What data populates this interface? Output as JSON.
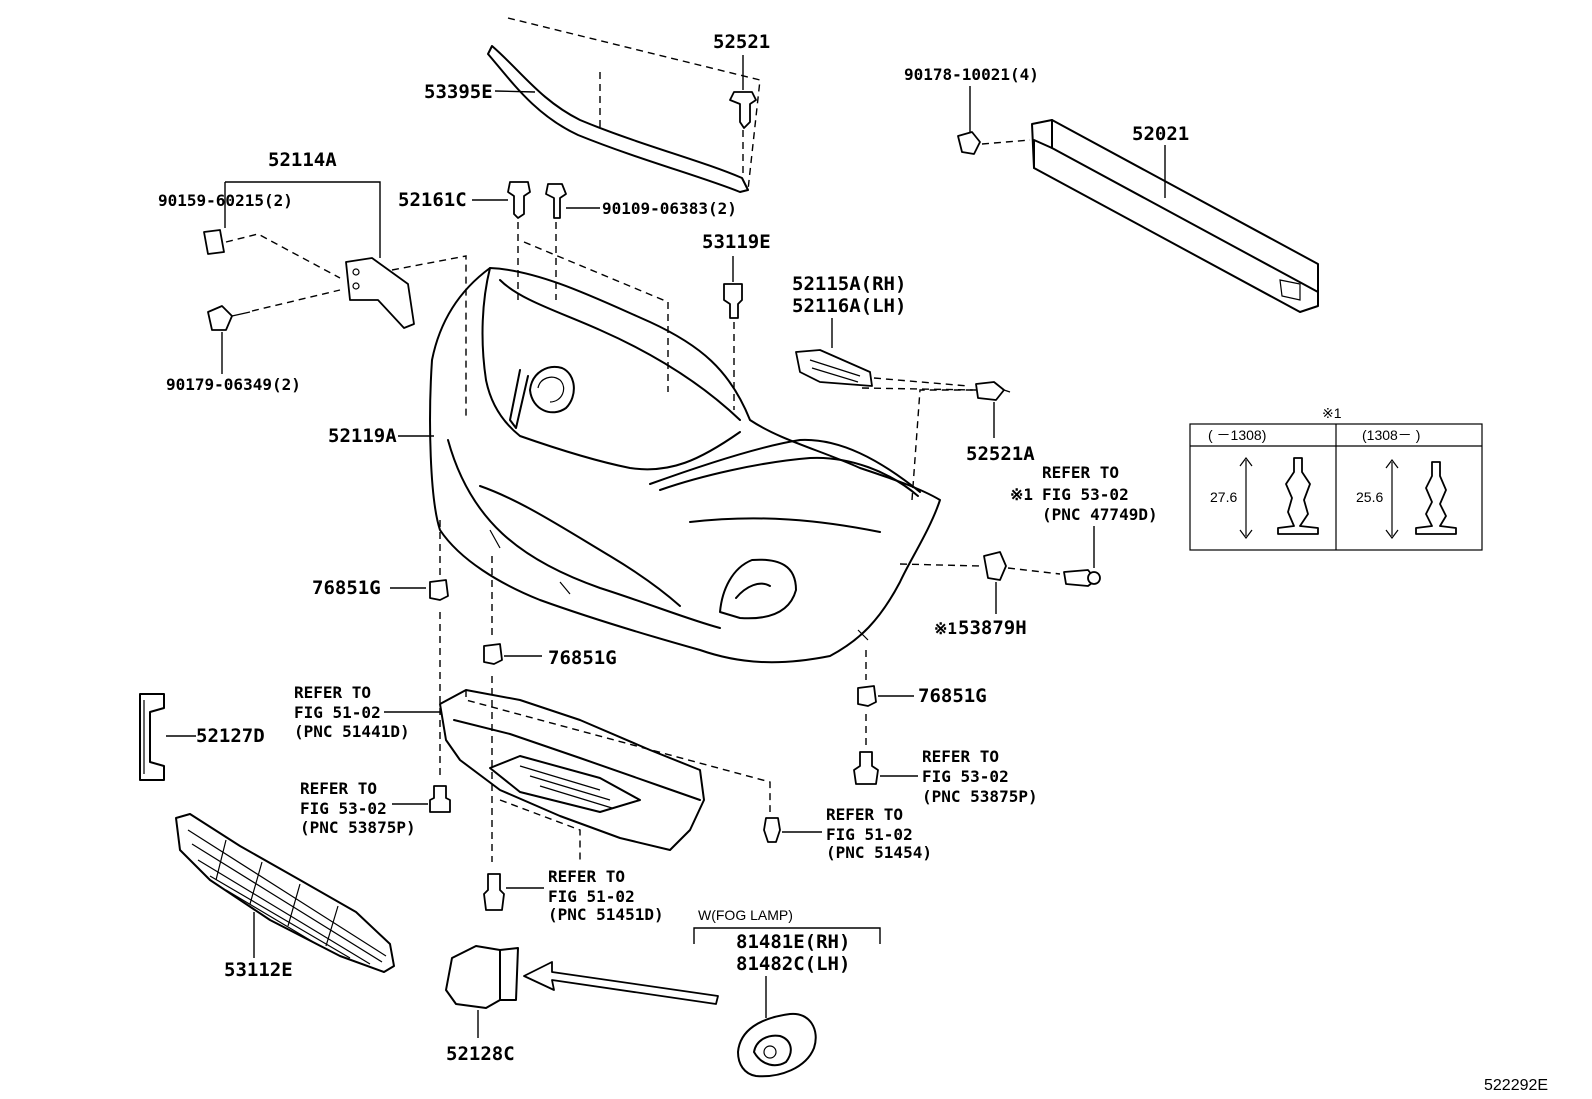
{
  "diagram": {
    "labels": {
      "p52521": "52521",
      "p53395E": "53395E",
      "p90178": "90178-10021(4)",
      "p52021": "52021",
      "p52114A": "52114A",
      "p90159": "90159-60215(2)",
      "p52161C": "52161C",
      "p90109": "90109-06383(2)",
      "p53119E": "53119E",
      "p52115A": "52115A(RH)",
      "p52116A": "52116A(LH)",
      "p90179": "90179-06349(2)",
      "p52521A": "52521A",
      "p52119A": "52119A",
      "p76851G_a": "76851G",
      "p76851G_b": "76851G",
      "p76851G_c": "76851G",
      "p53879H": "53879H",
      "p52127D": "52127D",
      "p53112E": "53112E",
      "p52128C": "52128C",
      "p81481E": "81481E(RH)",
      "p81482C": "81482C(LH)",
      "fog_lamp": "W(FOG LAMP)",
      "diagram_id": "522292E",
      "note_mark": "※1"
    },
    "refs": {
      "r47749": [
        "REFER TO",
        "FIG 53-02",
        "(PNC 47749D)"
      ],
      "r51441": [
        "REFER TO",
        "FIG 51-02",
        "(PNC 51441D)"
      ],
      "r53875_left": [
        "REFER TO",
        "FIG 53-02",
        "(PNC 53875P)"
      ],
      "r53875_right": [
        "REFER TO",
        "FIG 53-02",
        "(PNC 53875P)"
      ],
      "r51454": [
        "REFER TO",
        "FIG 51-02",
        "(PNC 51454)"
      ],
      "r51451": [
        "REFER TO",
        "FIG 51-02",
        "(PNC 51451D)"
      ]
    },
    "inset": {
      "title": "※1",
      "col_left": "( －1308)",
      "col_right": "(1308－ )",
      "dim_left": "27.6",
      "dim_right": "25.6"
    }
  }
}
